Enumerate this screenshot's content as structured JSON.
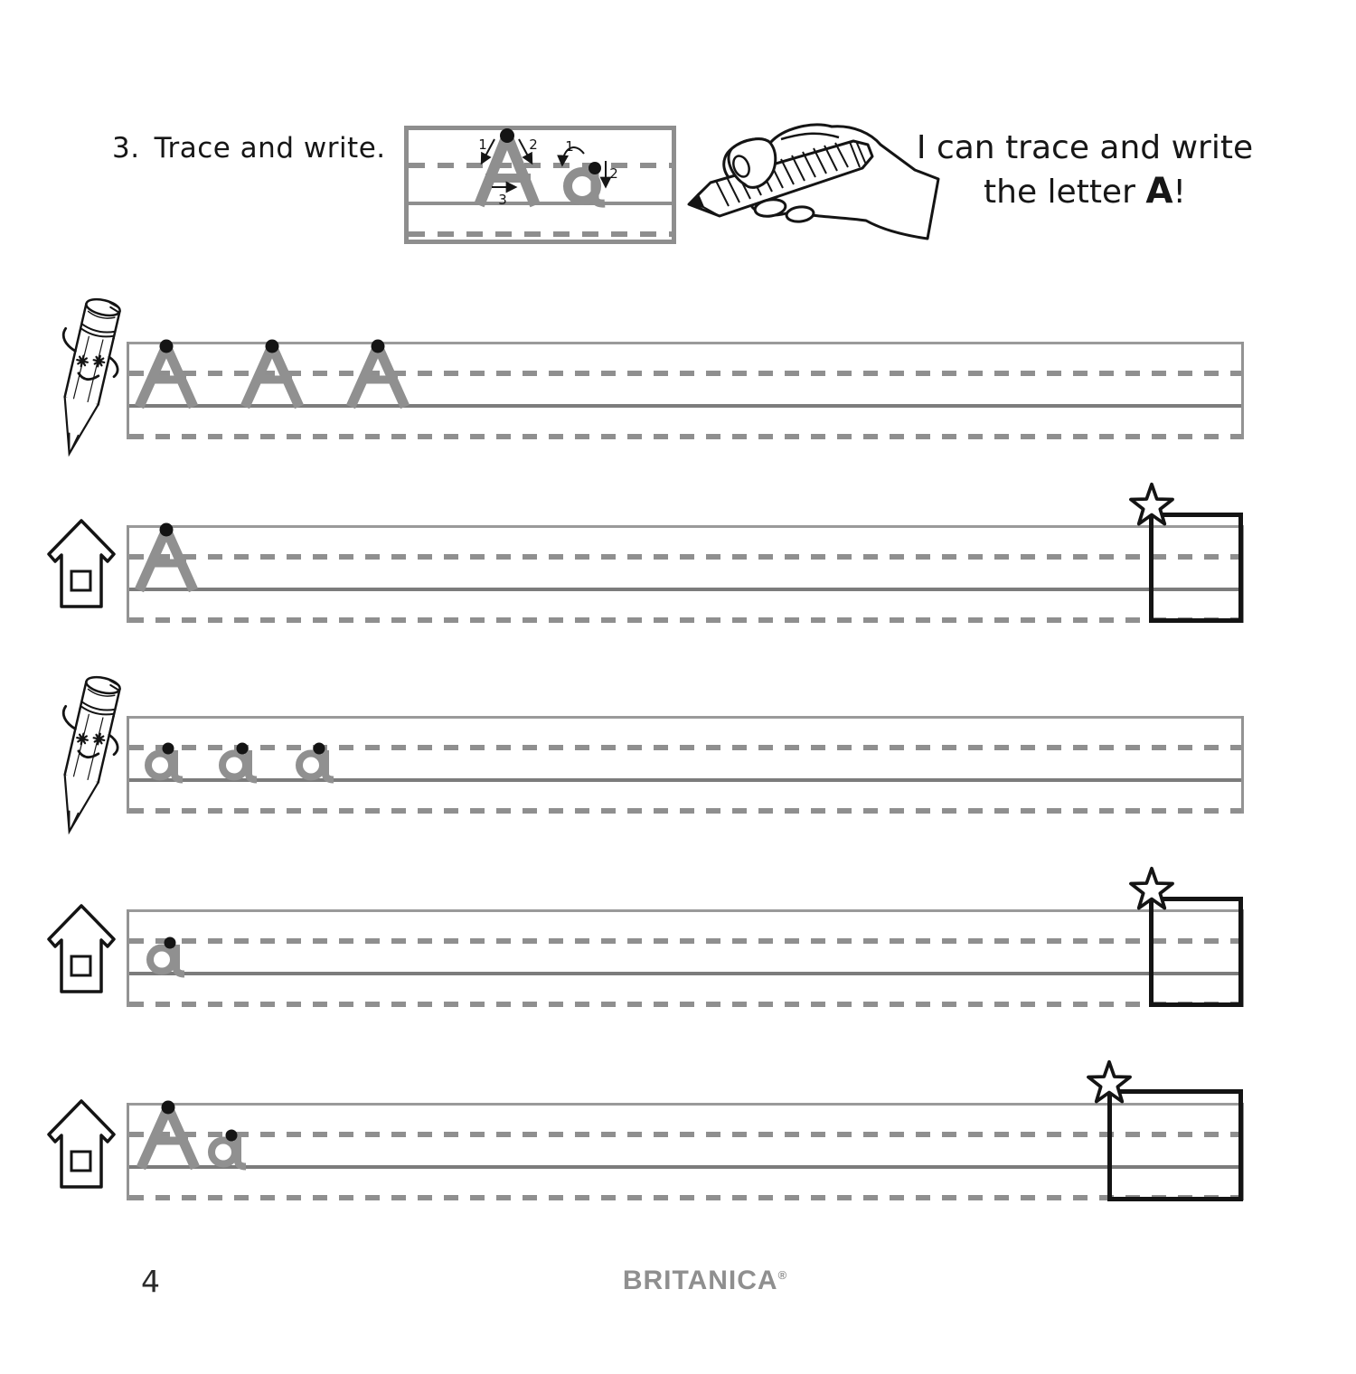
{
  "page": {
    "number": "4",
    "brand": "BRITANICA",
    "brand_registered": "®"
  },
  "header": {
    "item_number": "3.",
    "instruction": "Trace and write.",
    "caption_line1": "I can trace and write",
    "caption_line2_prefix": "the letter",
    "caption_letter": "A",
    "caption_line2_suffix": "!"
  },
  "demo": {
    "uppercase_letter": "A",
    "lowercase_letter": "a",
    "uppercase_stroke_labels": [
      "1",
      "2",
      "3"
    ],
    "lowercase_stroke_labels": [
      "1",
      "2"
    ]
  },
  "rows": [
    {
      "icon": "pencil-character",
      "trace_letters": "A A A",
      "goal_box": false
    },
    {
      "icon": "house",
      "trace_letters": "A",
      "goal_box": true
    },
    {
      "icon": "pencil-character",
      "trace_letters": "a a a",
      "goal_box": false
    },
    {
      "icon": "house",
      "trace_letters": "a",
      "goal_box": true
    },
    {
      "icon": "house",
      "trace_letters": "Aa",
      "goal_box": true
    }
  ],
  "colors": {
    "guide_line_gray": "#8e8e8e",
    "baseline_gray": "#7c7c7c",
    "trace_letter_gray": "#909090",
    "ink_black": "#141414",
    "brand_gray": "#8f8f8f"
  }
}
